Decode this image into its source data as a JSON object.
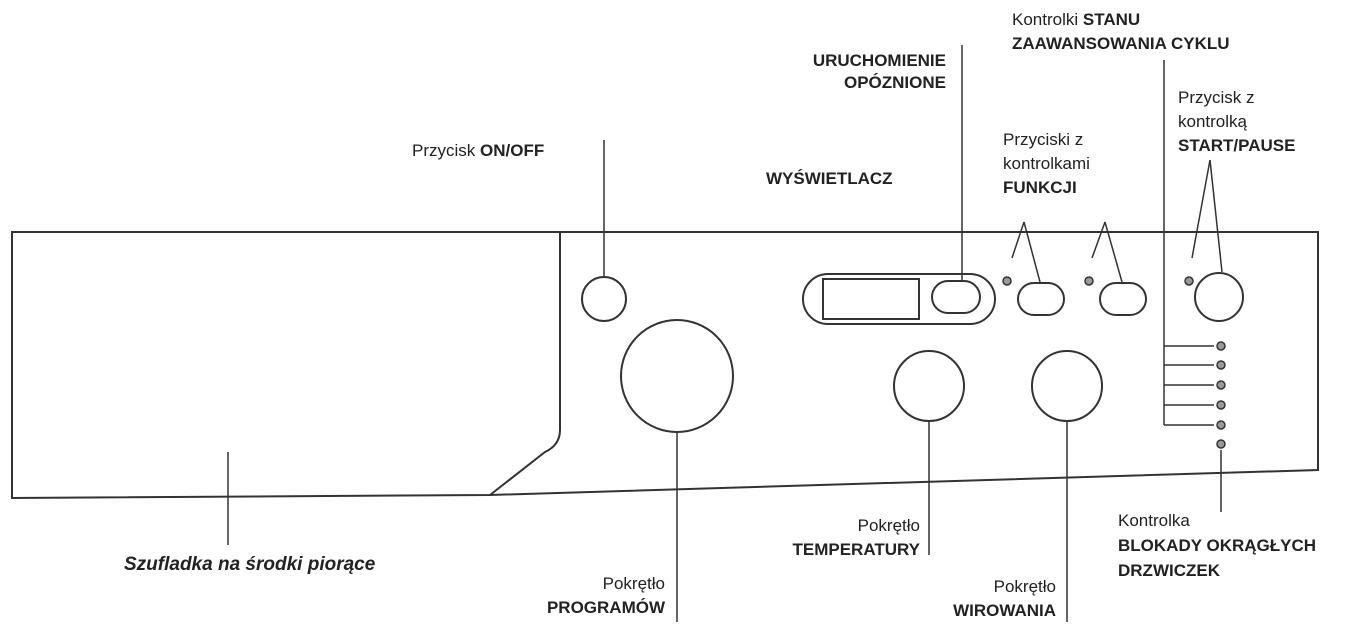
{
  "labels": {
    "on_off": {
      "prefix": "Przycisk ",
      "bold": "ON/OFF"
    },
    "delay": {
      "line1": "URUCHOMIENIE",
      "line2": "OPÓZNIONE"
    },
    "display": "WYŚWIETLACZ",
    "functions": {
      "line1": "Przyciski z",
      "line2": "kontrolkami",
      "line3": "FUNKCJI"
    },
    "progress": {
      "prefix": "Kontrolki ",
      "bold1": "STANU",
      "bold2": "ZAAWANSOWANIA CYKLU"
    },
    "start_pause": {
      "line1": "Przycisk z",
      "line2": "kontrolką",
      "line3": "START/PAUSE"
    },
    "drawer": "Szufladka na środki piorące",
    "program_knob": {
      "line1": "Pokrętło",
      "line2": "PROGRAMÓW"
    },
    "temp_knob": {
      "line1": "Pokrętło",
      "line2": "TEMPERATURY"
    },
    "spin_knob": {
      "line1": "Pokrętło",
      "line2": "WIROWANIA"
    },
    "door_lock": {
      "line1": "Kontrolka",
      "line2": "BLOKADY OKRĄGŁYCH",
      "line3": "DRZWICZEK"
    }
  },
  "colors": {
    "line": "#333333",
    "indicator_fill": "#9a9a9a"
  }
}
